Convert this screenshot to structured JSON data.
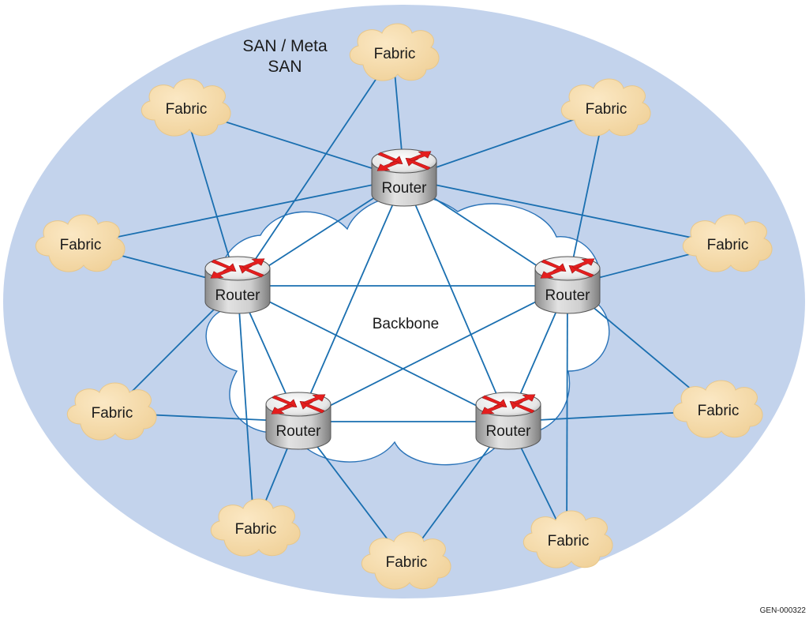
{
  "diagram": {
    "region_label_line1": "SAN / Meta",
    "region_label_line2": "SAN",
    "backbone_label": "Backbone",
    "document_id": "GEN-000322",
    "colors": {
      "region_fill": "#c3d3ec",
      "backbone_fill": "#ffffff",
      "backbone_outline": "#2a73b8",
      "link_color": "#1a6fb0",
      "fabric_fill": "#f6dcab",
      "router_body": "#c8c8c8",
      "router_arrows": "#e41e1e"
    },
    "routers": [
      {
        "id": "r-top",
        "label": "Router"
      },
      {
        "id": "r-left",
        "label": "Router"
      },
      {
        "id": "r-right",
        "label": "Router"
      },
      {
        "id": "r-bottom-left",
        "label": "Router"
      },
      {
        "id": "r-bottom-right",
        "label": "Router"
      }
    ],
    "fabrics": [
      {
        "id": "f1",
        "label": "Fabric"
      },
      {
        "id": "f2",
        "label": "Fabric"
      },
      {
        "id": "f3",
        "label": "Fabric"
      },
      {
        "id": "f4",
        "label": "Fabric"
      },
      {
        "id": "f5",
        "label": "Fabric"
      },
      {
        "id": "f6",
        "label": "Fabric"
      },
      {
        "id": "f7",
        "label": "Fabric"
      },
      {
        "id": "f8",
        "label": "Fabric"
      },
      {
        "id": "f9",
        "label": "Fabric"
      },
      {
        "id": "f10",
        "label": "Fabric"
      }
    ],
    "links": [
      [
        "r-top",
        "r-left"
      ],
      [
        "r-top",
        "r-right"
      ],
      [
        "r-top",
        "r-bottom-left"
      ],
      [
        "r-top",
        "r-bottom-right"
      ],
      [
        "r-left",
        "r-right"
      ],
      [
        "r-left",
        "r-bottom-left"
      ],
      [
        "r-left",
        "r-bottom-right"
      ],
      [
        "r-right",
        "r-bottom-left"
      ],
      [
        "r-right",
        "r-bottom-right"
      ],
      [
        "r-bottom-left",
        "r-bottom-right"
      ],
      [
        "f1",
        "r-top"
      ],
      [
        "f1",
        "r-left"
      ],
      [
        "f2",
        "r-top"
      ],
      [
        "f2",
        "r-left"
      ],
      [
        "f3",
        "r-top"
      ],
      [
        "f3",
        "r-right"
      ],
      [
        "f4",
        "r-top"
      ],
      [
        "f4",
        "r-left"
      ],
      [
        "f5",
        "r-top"
      ],
      [
        "f5",
        "r-right"
      ],
      [
        "f6",
        "r-left"
      ],
      [
        "f6",
        "r-bottom-left"
      ],
      [
        "f7",
        "r-right"
      ],
      [
        "f7",
        "r-bottom-right"
      ],
      [
        "f8",
        "r-left"
      ],
      [
        "f8",
        "r-bottom-left"
      ],
      [
        "f9",
        "r-bottom-left"
      ],
      [
        "f9",
        "r-bottom-right"
      ],
      [
        "f10",
        "r-bottom-right"
      ],
      [
        "f10",
        "r-right"
      ]
    ]
  }
}
